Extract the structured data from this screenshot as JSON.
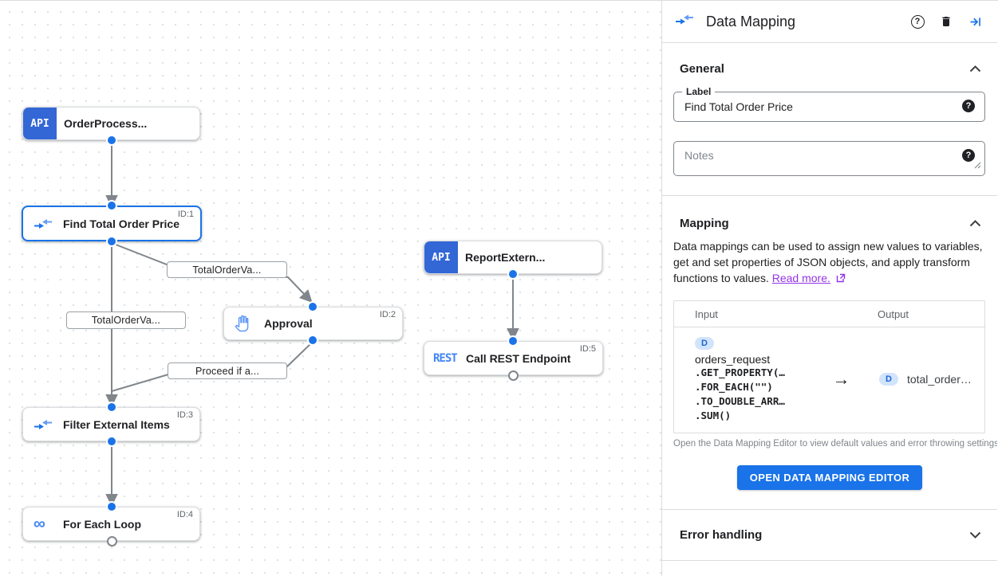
{
  "canvas": {
    "nodes": {
      "order_process": {
        "label": "OrderProcess...",
        "type_badge": "API"
      },
      "find_total_order_price": {
        "label": "Find Total Order Price",
        "id_label": "ID:1"
      },
      "approval": {
        "label": "Approval",
        "id_label": "ID:2"
      },
      "report_external": {
        "label": "ReportExtern...",
        "type_badge": "API"
      },
      "call_rest_endpoint": {
        "label": "Call REST Endpoint",
        "id_label": "ID:5",
        "type_badge": "REST"
      },
      "filter_external_items": {
        "label": "Filter External Items",
        "id_label": "ID:3"
      },
      "for_each_loop": {
        "label": "For Each Loop",
        "id_label": "ID:4",
        "icon_glyph": "∞"
      }
    },
    "edge_labels": {
      "to_approval": "TotalOrderVa...",
      "to_filter": "TotalOrderVa...",
      "from_approval": "Proceed if a..."
    }
  },
  "panel": {
    "title": "Data Mapping",
    "help_glyph": "?",
    "sections": {
      "general": {
        "title": "General",
        "label_field": {
          "label": "Label",
          "value": "Find Total Order Price"
        },
        "notes_field": {
          "placeholder": "Notes"
        }
      },
      "mapping": {
        "title": "Mapping",
        "description": "Data mappings can be used to assign new values to variables, get and set properties of JSON objects, and apply transform functions to values.",
        "read_more": "Read more.",
        "table": {
          "input_header": "Input",
          "output_header": "Output",
          "row": {
            "input_badge": "D",
            "input_var": "orders_request",
            "input_code": [
              ".GET_PROPERTY(…",
              ".FOR_EACH(\"\")",
              ".TO_DOUBLE_ARR…",
              ".SUM()"
            ],
            "arrow_glyph": "→",
            "output_badge": "D",
            "output_var": "total_order…"
          }
        },
        "footnote": "Open the Data Mapping Editor to view default values and error throwing settings.",
        "button": "OPEN DATA MAPPING EDITOR"
      },
      "error_handling": {
        "title": "Error handling"
      }
    }
  },
  "colors": {
    "accent_blue": "#1a73e8",
    "api_block_blue": "#3367d6",
    "rest_blue": "#4285f4",
    "link_purple": "#9334e6",
    "edge_gray": "#80868b",
    "badge_bg": "#d2e3fc",
    "badge_text": "#1967d2"
  }
}
